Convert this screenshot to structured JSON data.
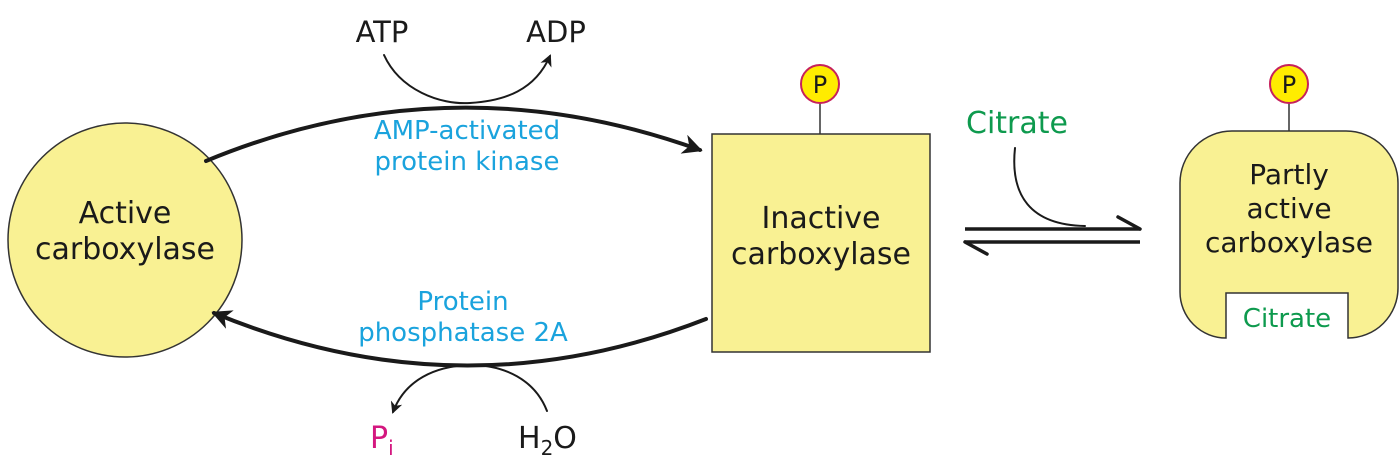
{
  "colors": {
    "node_fill": "#f9f193",
    "node_stroke": "#333333",
    "phosphate_fill": "#ffec00",
    "phosphate_stroke": "#c6215c",
    "enzyme_label": "#1aa3dd",
    "citrate": "#0e9a4e",
    "pi": "#d4177f"
  },
  "nodes": {
    "active": {
      "line1": "Active",
      "line2": "carboxylase"
    },
    "inactive": {
      "line1": "Inactive",
      "line2": "carboxylase"
    },
    "partly": {
      "line1": "Partly",
      "line2": "active",
      "line3": "carboxylase",
      "bound": "Citrate"
    }
  },
  "phosphate_label": "P",
  "kinase": {
    "line1": "AMP-activated",
    "line2": "protein kinase",
    "substrate": "ATP",
    "product": "ADP"
  },
  "phosphatase": {
    "line1": "Protein",
    "line2": "phosphatase 2A",
    "product_main": "P",
    "product_sub": "i",
    "substrate_main": "H",
    "substrate_sub": "2",
    "substrate_tail": "O"
  },
  "citrate_input": "Citrate"
}
